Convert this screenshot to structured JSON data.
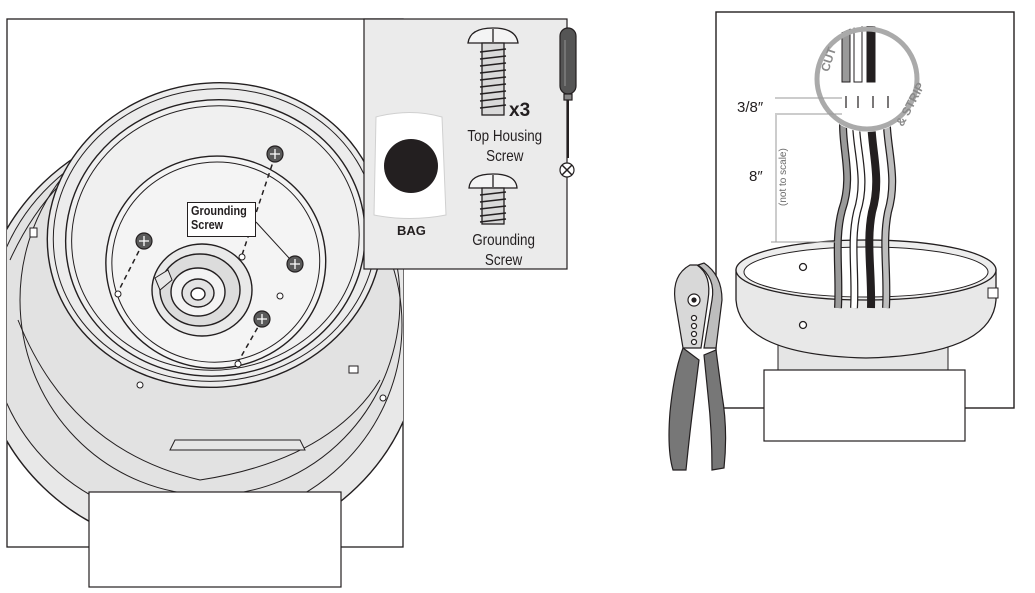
{
  "left_figure": {
    "callout_grounding_screw": "Grounding\nScrew"
  },
  "parts_panel": {
    "bag_label": "BAG",
    "top_housing_qty": "x3",
    "top_housing_label": "Top Housing\nScrew",
    "grounding_screw_label": "Grounding\nScrew",
    "screwdriver_type": "phillips-screwdriver-icon"
  },
  "right_figure": {
    "cut_label": "CUT",
    "strip_label": "& STRIP",
    "strip_length": "3/8″",
    "wire_length": "8″",
    "scale_note": "(not to scale)",
    "wire_colors": [
      "#9a9a9a",
      "#ffffff",
      "#1f1f1f",
      "#bdbdbd"
    ]
  },
  "colors": {
    "line": "#231f20",
    "fill_light": "#e6e6e6",
    "fill_mid": "#d7d7d7",
    "panel_fill": "#ebebeb",
    "plier_grip": "#777777"
  }
}
